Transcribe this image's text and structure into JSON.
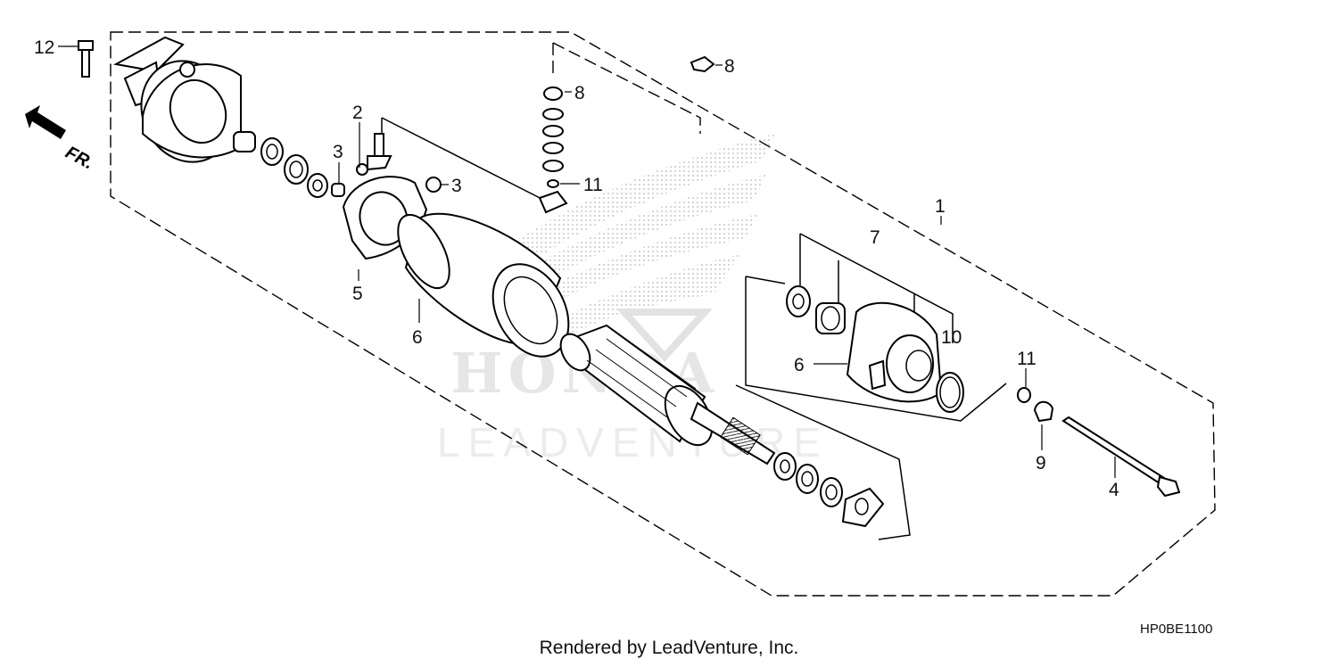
{
  "watermark": {
    "brand": "HONDA",
    "tagline": "LEADVENTURE"
  },
  "direction_label": "FR.",
  "diagram_code": "HP0BE1100",
  "footer": "Rendered by LeadVenture, Inc.",
  "callouts": {
    "c1": "1",
    "c2": "2",
    "c3a": "3",
    "c3b": "3",
    "c4": "4",
    "c5": "5",
    "c6a": "6",
    "c6b": "6",
    "c7": "7",
    "c8a": "8",
    "c8b": "8",
    "c9": "9",
    "c10": "10",
    "c11a": "11",
    "c11b": "11",
    "c12": "12"
  }
}
